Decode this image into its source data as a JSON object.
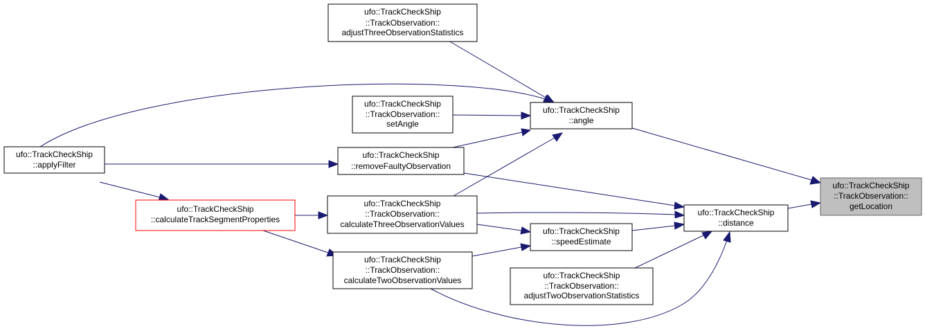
{
  "nodes": {
    "adjustThreeObservationStatistics": {
      "lines": [
        "ufo::TrackCheckShip",
        "::TrackObservation::",
        "adjustThreeObservationStatistics"
      ]
    },
    "setAngle": {
      "lines": [
        "ufo::TrackCheckShip",
        "::TrackObservation::",
        "setAngle"
      ]
    },
    "angle": {
      "lines": [
        "ufo::TrackCheckShip",
        "::angle"
      ]
    },
    "applyFilter": {
      "lines": [
        "ufo::TrackCheckShip",
        "::applyFilter"
      ]
    },
    "removeFaultyObservation": {
      "lines": [
        "ufo::TrackCheckShip",
        "::removeFaultyObservation"
      ]
    },
    "calculateTrackSegmentProperties": {
      "lines": [
        "ufo::TrackCheckShip",
        "::calculateTrackSegmentProperties"
      ]
    },
    "calculateThreeObservationValues": {
      "lines": [
        "ufo::TrackCheckShip",
        "::TrackObservation::",
        "calculateThreeObservationValues"
      ]
    },
    "speedEstimate": {
      "lines": [
        "ufo::TrackCheckShip",
        "::speedEstimate"
      ]
    },
    "distance": {
      "lines": [
        "ufo::TrackCheckShip",
        "::distance"
      ]
    },
    "calculateTwoObservationValues": {
      "lines": [
        "ufo::TrackCheckShip",
        "::TrackObservation::",
        "calculateTwoObservationValues"
      ]
    },
    "adjustTwoObservationStatistics": {
      "lines": [
        "ufo::TrackCheckShip",
        "::TrackObservation::",
        "adjustTwoObservationStatistics"
      ]
    },
    "getLocation": {
      "lines": [
        "ufo::TrackCheckShip",
        "::TrackObservation::",
        "getLocation"
      ]
    }
  },
  "colors": {
    "edge": "#191970",
    "focus_fill": "#bfbfbf",
    "external_border": "#ff0000"
  }
}
